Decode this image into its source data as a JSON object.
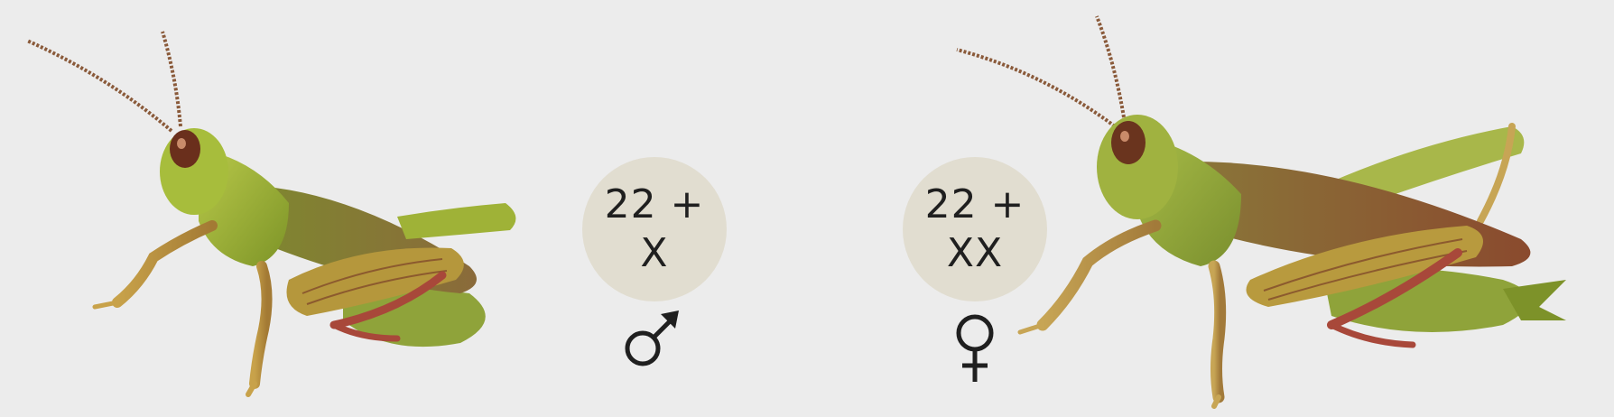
{
  "figure": {
    "male": {
      "karyotype_line1": "22 +",
      "karyotype_line2": "X",
      "symbol": "male-symbol-icon",
      "illustration": "male-grasshopper"
    },
    "female": {
      "karyotype_line1": "22 +",
      "karyotype_line2": "XX",
      "symbol": "female-symbol-icon",
      "illustration": "female-grasshopper"
    },
    "colors": {
      "background": "#ececec",
      "circle_fill": "#e1ddd0",
      "text": "#1f1f1f",
      "body_green": "#9bb13a",
      "wing_brown": "#8a6a3a",
      "leg_red": "#a8483a"
    }
  }
}
